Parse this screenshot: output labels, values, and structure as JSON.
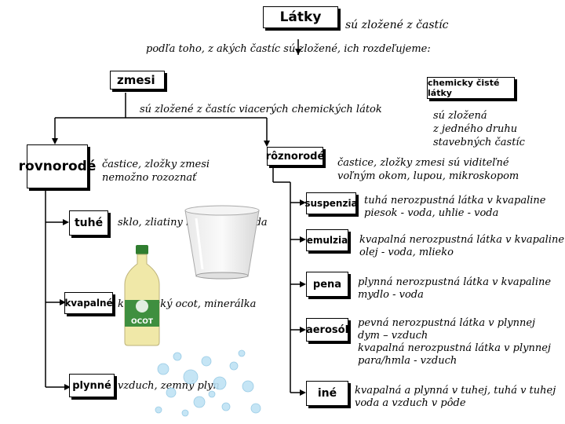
{
  "title": "Látky",
  "subtitle": "sú zložené z častíc",
  "intro": "podľa toho, z akých častíc sú   zložené, ich rozdeľujeme:",
  "mixtures": {
    "label": "zmesi",
    "description": "sú zložené z častíc viacerých chemických látok"
  },
  "pure": {
    "label": "chemicky čisté látky",
    "description": [
      "sú zložená",
      "z jedného druhu",
      "stavebných častíc"
    ]
  },
  "homogeneous": {
    "label": "rovnorodé",
    "description": [
      "častice, zložky zmesi",
      "nemožno rozoznať"
    ]
  },
  "heterogeneous": {
    "label": "rôznorodé",
    "description": [
      "častice, zložky zmesi sú viditeľné",
      "voľným okom, lupou, mikroskopom"
    ]
  },
  "states": [
    {
      "label": "tuhé",
      "example": "sklo, zliatiny kovov, čokoláda"
    },
    {
      "label": "kvapalné",
      "example": "kuchynský ocot, minerálka"
    },
    {
      "label": "plynné",
      "example": "vzduch, zemný plyn"
    }
  ],
  "types": [
    {
      "label": "suspenzia",
      "lines": [
        "tuhá nerozpustná látka v kvapaline",
        "piesok - voda, uhlie - voda"
      ]
    },
    {
      "label": "emulzia",
      "lines": [
        "kvapalná nerozpustná látka v kvapaline",
        "olej - voda, mlieko"
      ]
    },
    {
      "label": "pena",
      "lines": [
        "plynná nerozpustná látka v kvapaline",
        "mydlo - voda"
      ]
    },
    {
      "label": "aerosól",
      "lines": [
        "pevná nerozpustná látka v plynnej",
        "dym – vzduch",
        "kvapalná nerozpustná látka v plynnej",
        "para/hmla - vzduch"
      ]
    },
    {
      "label": "iné",
      "lines": [
        "kvapalná a plynná v tuhej, tuhá v tuhej",
        "voda a vzduch v pôde"
      ]
    }
  ],
  "bottle_label": "OCOT",
  "colors": {
    "line": "#000000",
    "box_shadow": "#000000",
    "bottle_liquid": "#f0e8a8",
    "cap": "#2f7d2f",
    "bubble": "#bfe3f5"
  }
}
